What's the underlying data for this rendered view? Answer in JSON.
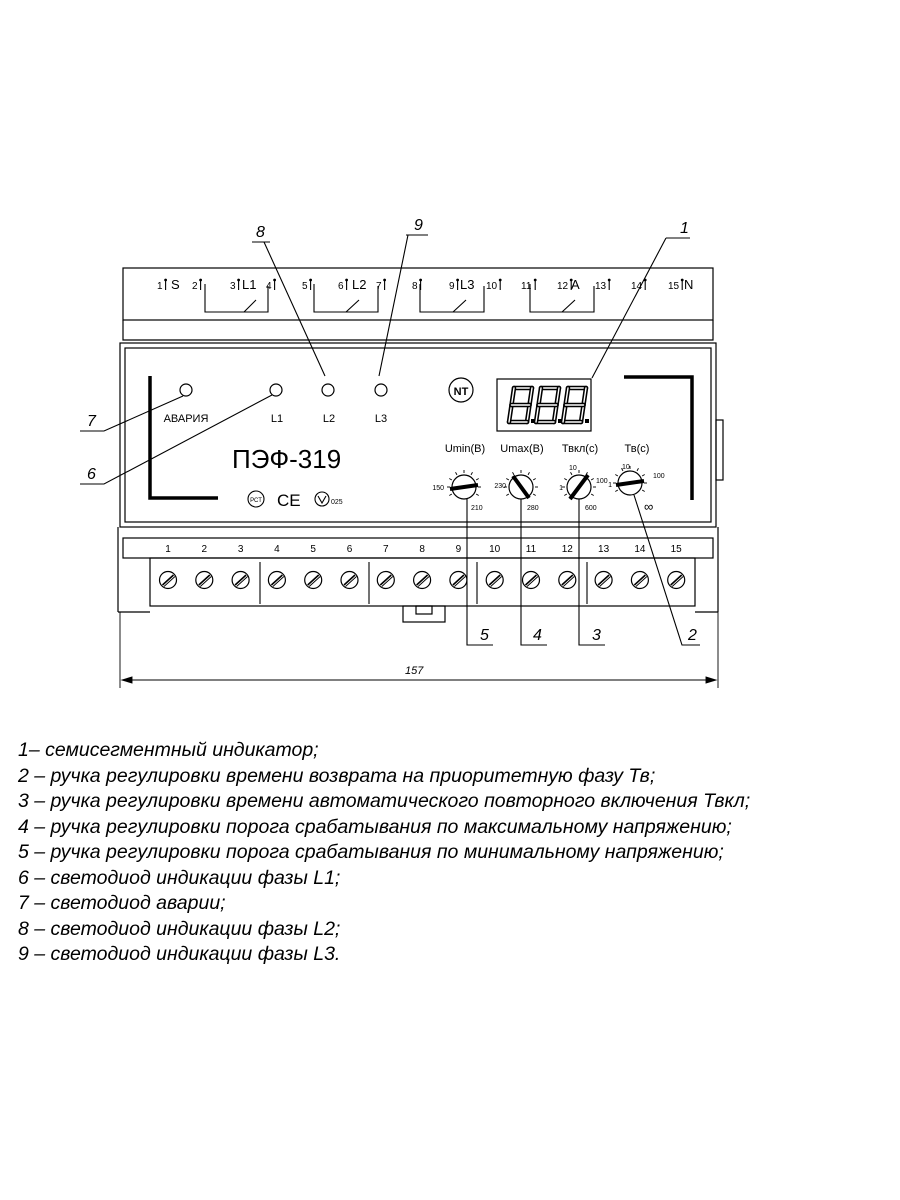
{
  "device": {
    "model": "ПЭФ-319",
    "logo": "NT",
    "display": "8.8.8.",
    "leds": [
      "АВАРИЯ",
      "L1",
      "L2",
      "L3"
    ],
    "cert_marks": [
      "РСТ",
      "CE",
      "025"
    ]
  },
  "top_terminals": {
    "numbers": [
      "1",
      "2",
      "3",
      "4",
      "5",
      "6",
      "7",
      "8",
      "9",
      "10",
      "11",
      "12",
      "13",
      "14",
      "15"
    ],
    "labels": [
      "S",
      "L1",
      "L2",
      "L3",
      "A",
      "N"
    ]
  },
  "bottom_terminals": {
    "numbers": [
      "1",
      "2",
      "3",
      "4",
      "5",
      "6",
      "7",
      "8",
      "9",
      "10",
      "11",
      "12",
      "13",
      "14",
      "15"
    ]
  },
  "knobs": [
    {
      "label": "Umin(В)",
      "scale": [
        "150",
        "210"
      ]
    },
    {
      "label": "Umax(В)",
      "scale": [
        "230",
        "280"
      ]
    },
    {
      "label": "Твкл(с)",
      "scale": [
        "10",
        "1",
        "100",
        "600"
      ]
    },
    {
      "label": "Тв(с)",
      "scale": [
        "10",
        "1",
        "100",
        "∞"
      ]
    }
  ],
  "callouts": [
    "1",
    "2",
    "3",
    "4",
    "5",
    "6",
    "7",
    "8",
    "9"
  ],
  "dimension": "157",
  "legend": [
    "1– семисегментный индикатор;",
    "2 – ручка регулировки времени возврата на приоритетную фазу Тв;",
    "3 – ручка регулировки времени автоматического повторного включения Твкл;",
    "4 – ручка регулировки порога срабатывания по максимальному напряжению;",
    "5 – ручка регулировки порога срабатывания по минимальному напряжению;",
    "6 – светодиод индикации фазы L1;",
    "7 – светодиод аварии;",
    "8 – светодиод индикации фазы L2;",
    "9 – светодиод индикации фазы L3."
  ]
}
